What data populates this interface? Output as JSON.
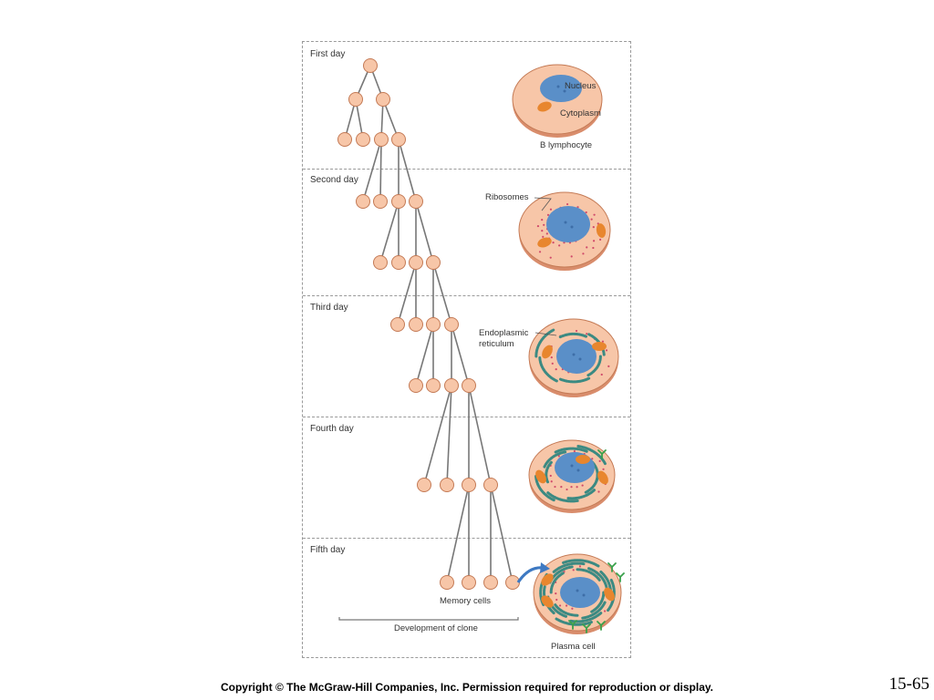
{
  "days": [
    "First day",
    "Second day",
    "Third day",
    "Fourth day",
    "Fifth day"
  ],
  "labels": {
    "nucleus": "Nucleus",
    "cytoplasm": "Cytoplasm",
    "b_lymphocyte": "B lymphocyte",
    "ribosomes": "Ribosomes",
    "endoplasmic_reticulum_line1": "Endoplasmic",
    "endoplasmic_reticulum_line2": "reticulum",
    "memory_cells": "Memory cells",
    "development_of_clone": "Development of clone",
    "plasma_cell": "Plasma cell"
  },
  "colors": {
    "cell_fill": "#f7c6a8",
    "cell_stroke": "#c47a55",
    "nucleus": "#5a8fc8",
    "mitochondria": "#e8862e",
    "er": "#3c8a82",
    "antibody": "#3aa14b",
    "arrow": "#3e79c2"
  },
  "footer": {
    "copyright": "Copyright © The McGraw-Hill Companies, Inc. Permission required for reproduction or display.",
    "slide_number": "15-65"
  }
}
